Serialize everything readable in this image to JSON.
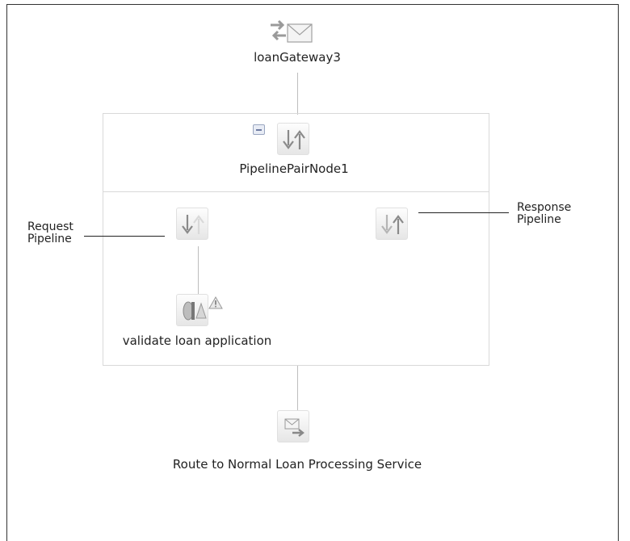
{
  "nodes": {
    "proxy_service": {
      "label": "loanGateway3",
      "icon": "proxy-envelope-icon"
    },
    "pipeline_pair": {
      "label": "PipelinePairNode1",
      "icon": "pipeline-pair-icon"
    },
    "request_pipeline": {
      "icon": "request-pipeline-icon"
    },
    "response_pipeline": {
      "icon": "response-pipeline-icon"
    },
    "stage": {
      "label": "validate loan application",
      "icon": "stage-icon",
      "status": "warning-icon"
    },
    "route": {
      "label": "Route to Normal Loan Processing Service",
      "icon": "route-icon"
    }
  },
  "callouts": {
    "request": {
      "line1": "Request",
      "line2": "Pipeline"
    },
    "response": {
      "line1": "Response",
      "line2": "Pipeline"
    }
  },
  "colors": {
    "border": "#333333",
    "panel_border": "#d9d9d9",
    "connector": "#bdbdbd"
  }
}
